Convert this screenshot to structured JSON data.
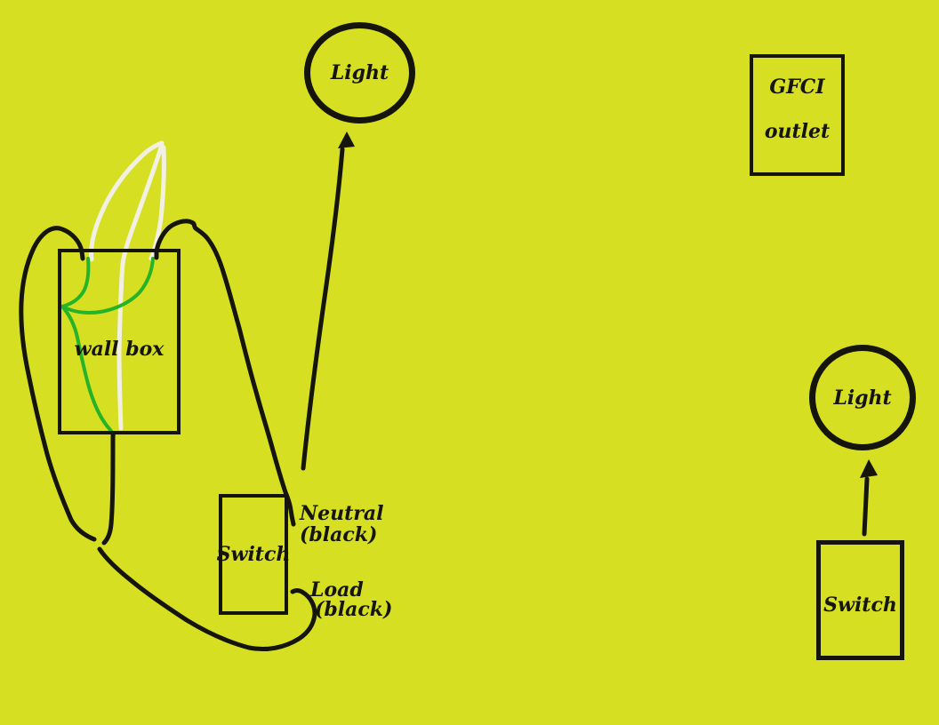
{
  "colors": {
    "background": "#d6df22",
    "ink": "#15150c",
    "wire-white": "#f2f0e3",
    "wire-green": "#27b327"
  },
  "left_diagram": {
    "light": {
      "label": "Light"
    },
    "wall_box": {
      "label": "wall box"
    },
    "switch": {
      "label": "Switch"
    },
    "neutral": {
      "label": "Neutral",
      "sublabel": "(black)"
    },
    "load": {
      "label": "Load",
      "sublabel": "(black)"
    }
  },
  "right_diagram": {
    "gfci": {
      "line1": "GFCI",
      "line2": "outlet"
    },
    "light": {
      "label": "Light"
    },
    "switch": {
      "label": "Switch"
    }
  }
}
